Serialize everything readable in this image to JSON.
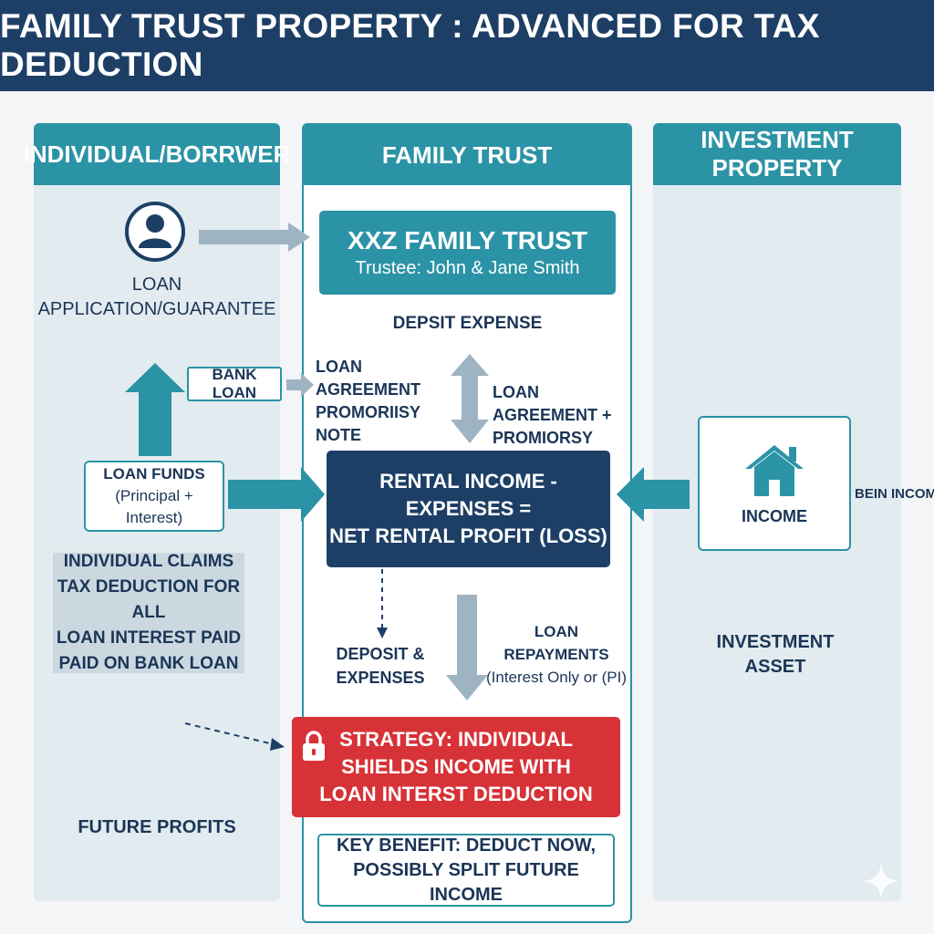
{
  "header": {
    "title": "FAMILY TRUST PROPERTY : ADVANCED FOR TAX DEDUCTION"
  },
  "columns": {
    "individual": {
      "title": "INDIVIDUAL/BORRWER"
    },
    "trust": {
      "title": "FAMILY TRUST"
    },
    "property": {
      "title": "INVESTMENT PROPERTY"
    }
  },
  "individual": {
    "loan_label": [
      "LOAN",
      "APPLICATION/GUARANTEE"
    ],
    "bank_loan": "BANK LOAN",
    "loan_funds": [
      "LOAN FUNDS",
      "(Principal + Interest)"
    ],
    "claims": [
      "INDIVIDUAL CLAIMS",
      "TAX DEDUCTION FOR ALL",
      "LOAN INTEREST PAID",
      "PAID ON BANK LOAN"
    ],
    "future_profits": "FUTURE PROFITS"
  },
  "trust": {
    "name": "XXZ FAMILY TRUST",
    "trustee": "Trustee: John & Jane Smith",
    "deposit_expense": "DEPSIT EXPENSE",
    "loan_agreement_left": [
      "LOAN AGREEMENT",
      "PROMORIISY NOTE"
    ],
    "loan_agreement_right": [
      "LOAN AGREEMENT +",
      "PROMIORSY NOTE"
    ],
    "formula": [
      "RENTAL INCOME - EXPENSES =",
      "NET RENTAL PROFIT (LOSS)"
    ],
    "deposit_expenses": [
      "DEPOSIT &",
      "EXPENSES"
    ],
    "loan_repayments": [
      "LOAN REPAYMENTS",
      "(Interest Only or (PI)"
    ],
    "strategy": [
      "STRATEGY: INDIVIDUAL",
      "SHIELDS INCOME WITH",
      "LOAN INTERST DEDUCTION"
    ],
    "key_benefit": [
      "KEY BENEFIT: DEDUCT NOW,",
      "POSSIBLY SPLIT FUTURE INCOME"
    ]
  },
  "property": {
    "income": "INCOME",
    "bein_income": "BEIN INCOME",
    "asset": [
      "INVESTMENT",
      "ASSET"
    ]
  },
  "colors": {
    "navy": "#1d3f66",
    "teal": "#2b93a6",
    "red": "#d73237",
    "arrow_gray": "#9fb4c2"
  },
  "icons": [
    "user-icon",
    "house-icon",
    "lock-icon",
    "sparkle-icon"
  ]
}
